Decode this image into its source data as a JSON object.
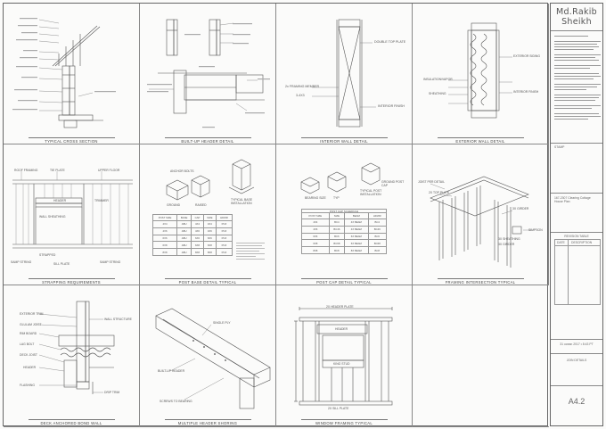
{
  "title_block": {
    "designer_first": "Md.Rakib",
    "designer_last": "Sheikh",
    "stamp_label": "STAMP",
    "project_line1": "167-2307 Clearing Cottage",
    "project_line2": "House Plan",
    "revision_table_title": "REVISION TABLE",
    "revision_col_date": "DATE",
    "revision_col_description": "DESCRIPTION",
    "issued_date": "31 ocean 2017 • 8:43 PT",
    "sheet_title": "JOIN DETAILS",
    "sheet_number": "A4.2"
  },
  "details": [
    {
      "caption": "TYPICAL CROSS SECTION"
    },
    {
      "caption": "BUILT-UP HEADER DETAIL"
    },
    {
      "caption": "INTERIOR WALL DETAIL"
    },
    {
      "caption": "EXTERIOR WALL DETAIL"
    },
    {
      "caption": "STRAPPING REQUIREMENTS"
    },
    {
      "caption": "POST BASE DETAIL TYPICAL"
    },
    {
      "caption": "POST CAP DETAIL TYPICAL"
    },
    {
      "caption": "FRAMING INTERSECTION TYPICAL"
    },
    {
      "caption": "DECK ANCHORED BOND WALL"
    },
    {
      "caption": "MULTIPLE HEADER SHORING"
    },
    {
      "caption": "WINDOW FRAMING TYPICAL"
    },
    {
      "caption": ""
    }
  ],
  "labels": {
    "interior_wall": {
      "top": "DOUBLE TOP PLATE",
      "left_a": "2x FRAMING MEMBER",
      "left_b": "3-4X3",
      "right": "INTERIOR FINISH"
    },
    "exterior_wall": {
      "a": "EXTERIOR SIDING",
      "b": "INSULATION/VAPOR",
      "c": "SHEATHING",
      "d": "INTERIOR FINISH"
    },
    "strapping": {
      "a": "ROOF FRAMING",
      "b": "TIE PLATE",
      "c": "UPPER FLOOR",
      "d": "HEADER",
      "e": "TRIMMER",
      "f": "WALL SHEATHING",
      "g": "SILL PLATE",
      "h": "SAMP STRING",
      "i": "STRAPPED",
      "j": "SAMP STRING"
    },
    "post_base": {
      "a": "ANCHOR BOLTS",
      "b": "TYPICAL BASE INSTALLATION",
      "c": "GROUND",
      "d": "RAISED"
    },
    "post_cap": {
      "a": "BEARING SIZE",
      "b": "TYP",
      "c": "TYPICAL POST INSTALLATION",
      "d": "GROUND POST CAP"
    },
    "framing": {
      "a": "JOIST PER DETAIL",
      "b": "2X TOP PLATE",
      "c": "3X GIRDER",
      "d": "3X SHEATHING",
      "e": "3X GIRDER",
      "f": "SIMPSON"
    },
    "deck": {
      "a": "EXTERIOR TRIM",
      "b": "GLULAM JOIST",
      "c": "RIM BOARD",
      "d": "LAG BOLT",
      "e": "DECK JOIST",
      "f": "HEADER",
      "g": "FLASHING",
      "h": "WALL STRUCTURE",
      "i": "DRIP TRIM"
    },
    "header_shoring": {
      "a": "SINGLE PLY",
      "b": "BUILT-UP HEADER",
      "c": "SCREWS TO BEARING"
    },
    "window": {
      "a": "2X HEADER PLATE",
      "b": "HEADER",
      "c": "KING STUD",
      "d": "2X SILL PLATE"
    }
  },
  "tables": {
    "post_base": {
      "headers": [
        "POST SIZE",
        "BASE",
        "CAP",
        "SIZE",
        "HDWR"
      ],
      "rows": [
        [
          "4X4",
          "ABU",
          "4X4",
          "4X4",
          "PCZ"
        ],
        [
          "4X6",
          "ABU",
          "4X6",
          "4X6",
          "PCZ"
        ],
        [
          "6X6",
          "ABU",
          "6X6",
          "6X6",
          "PCZ"
        ],
        [
          "6X8",
          "ABU",
          "6X8",
          "6X8",
          "PCZ"
        ],
        [
          "8X8",
          "ABU",
          "8X8",
          "8X8",
          "PCZ"
        ]
      ]
    },
    "post_cap": {
      "title": "POST CAP SCHEDULE",
      "headers": [
        "POST SIZE",
        "SIZE",
        "BEAM",
        "HDWR"
      ],
      "rows": [
        [
          "4X4",
          "BC4",
          "4X BEAM",
          "BC4"
        ],
        [
          "4X6",
          "BC46",
          "4X BEAM",
          "BC46"
        ],
        [
          "6X6",
          "BC6",
          "6X BEAM",
          "BC6"
        ],
        [
          "6X8",
          "BC68",
          "6X BEAM",
          "BC68"
        ],
        [
          "8X8",
          "BC8",
          "8X BEAM",
          "BC8"
        ]
      ]
    }
  }
}
